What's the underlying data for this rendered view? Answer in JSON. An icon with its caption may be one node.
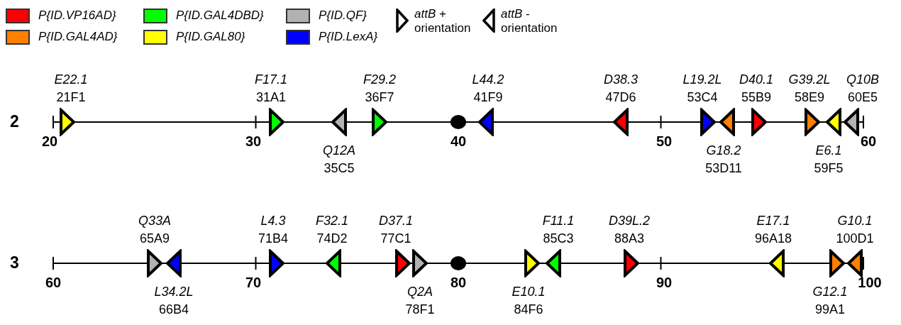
{
  "diagram": {
    "nodes": [
      {
        "text": [
          "E22.1",
          "21F1"
        ]
      },
      {
        "text": [
          "F17.1",
          "31A1"
        ]
      },
      {
        "text": [
          "Q12A",
          "35C5"
        ]
      },
      {
        "text": [
          "F29.2",
          "36F7"
        ]
      },
      {
        "text": [
          "L44.2",
          "41F9"
        ]
      },
      {
        "text": [
          "D38.3",
          "47D6"
        ]
      },
      {
        "text": [
          "L19.2L",
          "53C4"
        ]
      },
      {
        "text": [
          "G18.2",
          "53D11"
        ]
      },
      {
        "text": [
          "D40.1",
          "55B9"
        ]
      },
      {
        "text": [
          "G39.2L",
          "58E9"
        ]
      },
      {
        "text": [
          "E6.1",
          "59F5"
        ]
      },
      {
        "text": [
          "Q10B",
          "60E5"
        ]
      },
      {
        "text": [
          "Q33A",
          "65A9"
        ]
      },
      {
        "text": [
          "L34.2L",
          "66B4"
        ]
      },
      {
        "text": [
          "L4.3",
          "71B4"
        ]
      },
      {
        "text": [
          "F32.1",
          "74D2"
        ]
      },
      {
        "text": [
          "D37.1",
          "77C1"
        ]
      },
      {
        "text": [
          "Q2A",
          "78F1"
        ]
      },
      {
        "text": [
          "E10.1",
          "84F6"
        ]
      },
      {
        "text": [
          "F11.1",
          "85C3"
        ]
      },
      {
        "text": [
          "D39L.2",
          "88A3"
        ]
      },
      {
        "text": [
          "E17.1",
          "96A18"
        ]
      },
      {
        "text": [
          "G12.1",
          "99A1"
        ]
      },
      {
        "text": [
          "G10.1",
          "100D1"
        ]
      }
    ],
    "edges": [],
    "labels": [
      "2",
      "20",
      "30",
      "40",
      "50",
      "60",
      "3",
      "60",
      "70",
      "80",
      "90",
      "100"
    ],
    "legend": [
      {
        "text": "P{ID.VP16AD}",
        "color": "#ff0000"
      },
      {
        "text": "P{ID.GAL4AD}",
        "color": "#ff8000"
      },
      {
        "text": "P{ID.GAL4DBD}",
        "color": "#00ff00"
      },
      {
        "text": "P{ID.GAL80}",
        "color": "#ffff00"
      },
      {
        "text": "P{ID.QF}",
        "color": "#b2b2b2"
      },
      {
        "text": "P{ID.LexA}",
        "color": "#0000ff"
      },
      {
        "text": "*attB* + orientation"
      },
      {
        "text": "*attB* - orientation"
      }
    ]
  }
}
